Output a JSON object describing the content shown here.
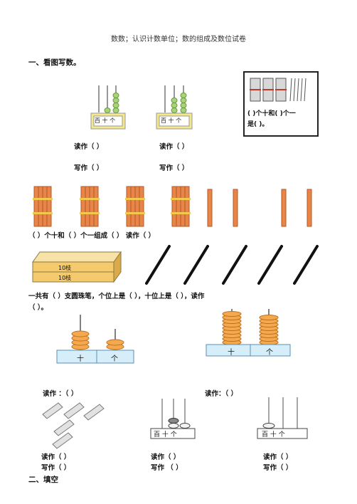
{
  "title": "数数；认识计数单位；数的组成及数位试卷",
  "section1": "一、看图写数。",
  "section2": "二、填空",
  "abacus_label_a": "百 十 个",
  "abacus_label_b": "百 十 个",
  "bundle_box_text_1": "( )个十和( )个一",
  "bundle_box_text_2": "是( )。",
  "read1": "读作（        ）",
  "write1": "写作（        ）",
  "read2": "读作（        ）",
  "write2": "写作（        ）",
  "sticks_line": "（        ）个十和（       ）个一组成（       ）          读作（            ）",
  "pencil_box_label_1": "10枝",
  "pencil_box_label_2": "10枝",
  "pens_line1": "一共有（        ）支圆珠笔，个位上是（          ），十位上是（         ），读作",
  "pens_line2": "（          ）。",
  "place_ten": "十",
  "place_one": "个",
  "place_ten_b": "十",
  "place_one_b": "个",
  "read_c": "读作 ：（                ）",
  "read_d": "读作：（                ）",
  "abacus_label_c": "百 十 个",
  "abacus_label_d": "百 十 个",
  "read_e": "读作（        ）",
  "write_e": "写作（        ）",
  "read_f": "读作（        ）",
  "write_f": "写作 （        ）",
  "read_g": "读作（        ）",
  "write_g": "写作（        ）"
}
